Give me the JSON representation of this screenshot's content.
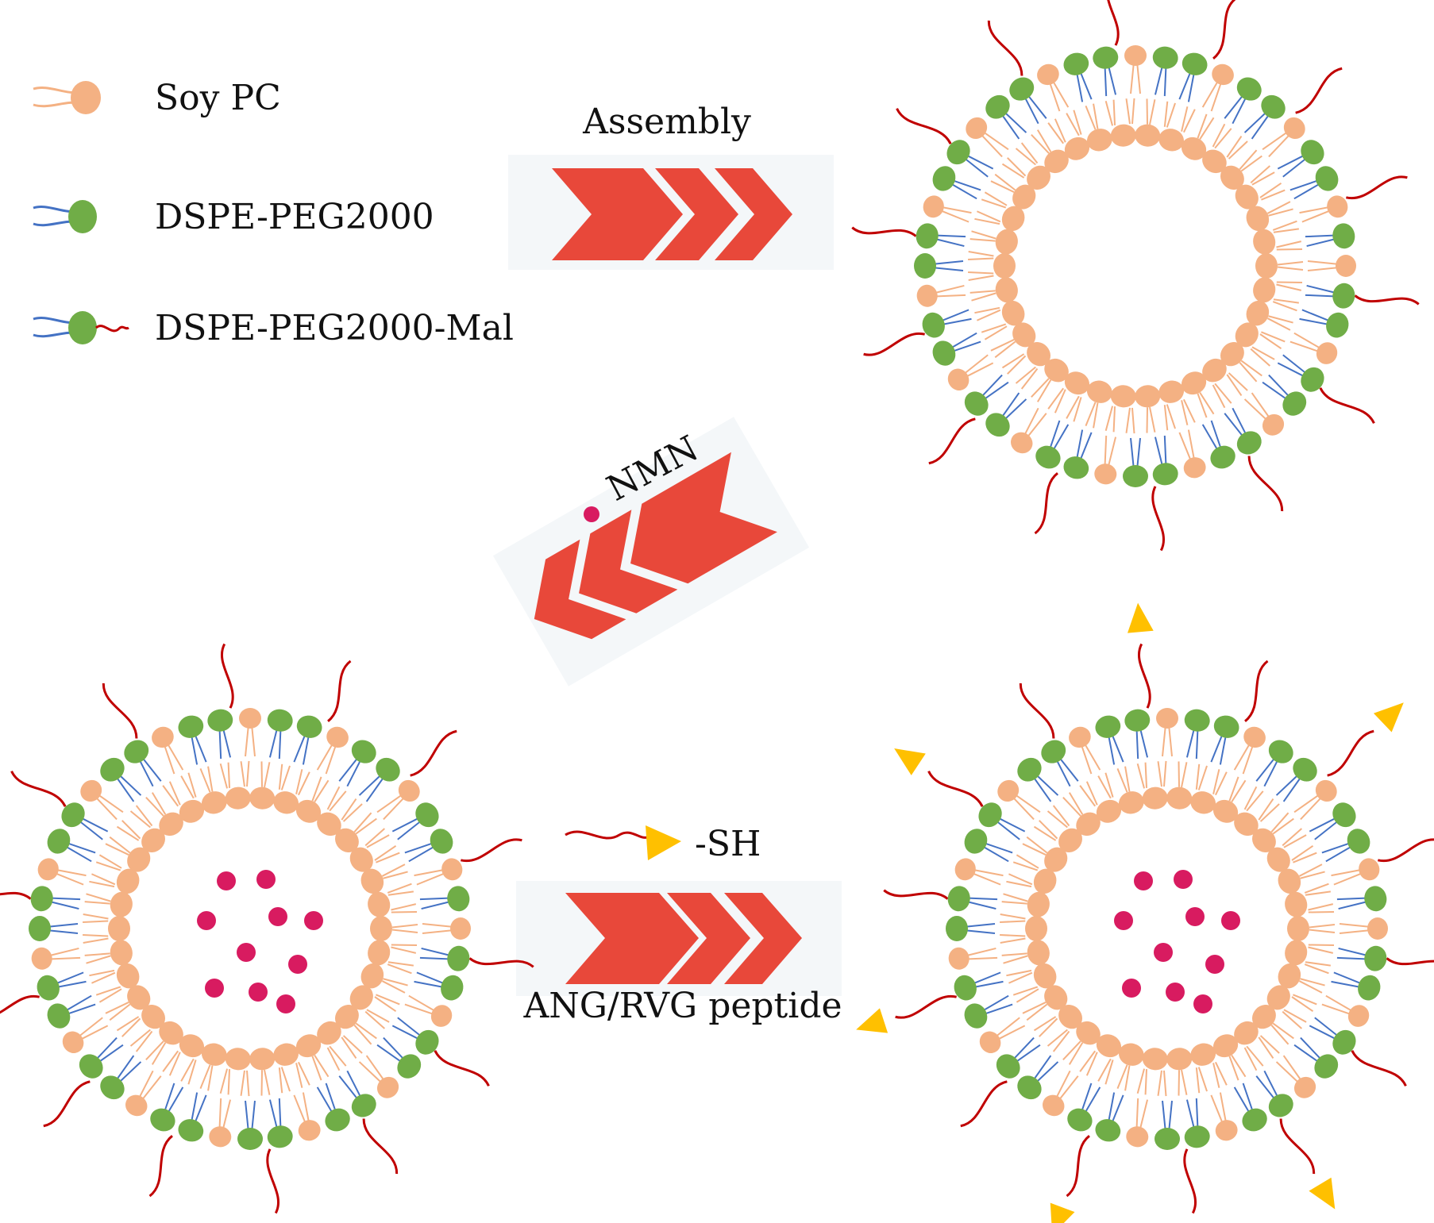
{
  "legend": {
    "soy_pc": "Soy PC",
    "dspe_peg2000": "DSPE-PEG2000",
    "dspe_peg2000_mal": "DSPE-PEG2000-Mal"
  },
  "steps": {
    "assembly": "Assembly",
    "nmn": "NMN",
    "sh": "-SH",
    "peptide": "ANG/RVG peptide"
  },
  "colors": {
    "soy_pc": "#f4b183",
    "peg": "#70ad47",
    "tail_blue": "#4472c4",
    "mal_tail": "#c00000",
    "nmn": "#d81b60",
    "arrow": "#e8483a",
    "peptide": "#ffc000"
  },
  "icons": [
    "chevron-arrow-icon",
    "liposome-icon",
    "nmn-dot-icon",
    "peptide-triangle-icon"
  ]
}
